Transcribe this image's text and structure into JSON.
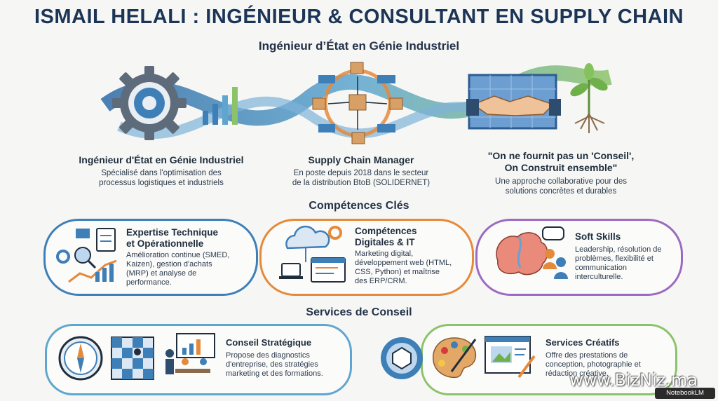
{
  "header": {
    "title": "ISMAIL HELALI : INGÉNIEUR & CONSULTANT EN SUPPLY CHAIN",
    "subtitle": "Ingénieur d’État en Génie Industriel"
  },
  "profile": [
    {
      "title": "Ingénieur d'État en Génie Industriel",
      "desc_1": "Spécialisé dans l'optimisation des",
      "desc_2": "processus logistiques et industriels"
    },
    {
      "title": "Supply Chain Manager",
      "desc_1": "En poste depuis 2018 dans le secteur",
      "desc_2": "de la distribution BtoB (SOLIDERNET)"
    },
    {
      "title_1": "\"On ne fournit pas un 'Conseil',",
      "title_2": "On Construit ensemble\"",
      "desc_1": "Une approche collaborative pour des",
      "desc_2": "solutions concrètes et durables"
    }
  ],
  "competences": {
    "heading": "Compétences Clés",
    "items": [
      {
        "title_1": "Expertise Technique",
        "title_2": "et Opérationnelle",
        "desc": [
          "Amélioration continue (SMED,",
          "Kaizen), gestion d'achats",
          "(MRP) et analyse de",
          "performance."
        ]
      },
      {
        "title_1": "Compétences",
        "title_2": "Digitales & IT",
        "desc": [
          "Marketing digital,",
          "développement web (HTML,",
          "CSS, Python) et maîtrise",
          "des ERP/CRM."
        ]
      },
      {
        "title_1": "Soft Skills",
        "desc": [
          "Leadership, résolution de",
          "problèmes, flexibilité et",
          "communication",
          "interculturelle."
        ]
      }
    ]
  },
  "services": {
    "heading": "Services de Conseil",
    "items": [
      {
        "title": "Conseil Stratégique",
        "desc": [
          "Propose des diagnostics",
          "d'entreprise, des stratégies",
          "marketing et des formations."
        ]
      },
      {
        "title": "Services Créatifs",
        "desc": [
          "Offre des prestations de",
          "conception, photographie et",
          "rédaction créative."
        ]
      }
    ]
  },
  "watermark": "www.BizNiz.ma",
  "badge": "NotebookLM",
  "colors": {
    "navy": "#1c3557",
    "blue": "#3f7fb8",
    "orange": "#e58a3a",
    "purple": "#9b6bc2",
    "green": "#7fb35a"
  }
}
